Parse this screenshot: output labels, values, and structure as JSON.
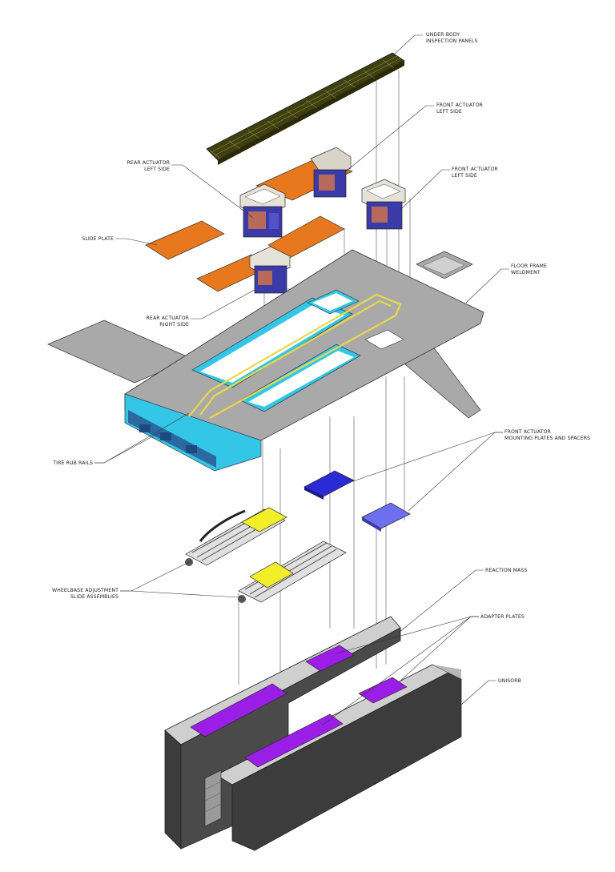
{
  "labels": {
    "under_body_inspection_panels": [
      "UNDER BODY",
      "INSPECTION PANELS"
    ],
    "front_actuator_left_top": [
      "FRONT ACTUATOR",
      "LEFT SIDE"
    ],
    "front_actuator_left_side": [
      "FRONT ACTUATOR",
      "LEFT SIDE"
    ],
    "rear_actuator_left_side": [
      "REAR ACTUATOR",
      "LEFT SIDE"
    ],
    "slide_plate": [
      "SLIDE PLATE"
    ],
    "floor_frame_weldment": [
      "FLOOR FRAME",
      "WELDMENT"
    ],
    "rear_actuator_right_side": [
      "REAR ACTUATOR",
      "RIGHT SIDE"
    ],
    "tire_rub_rails": [
      "TIRE RUB RAILS"
    ],
    "front_actuator_mounting_plates": [
      "FRONT ACTUATOR",
      "MOUNTING PLATES AND SPACERS"
    ],
    "wheelbase_adjustment": [
      "WHEELBASE ADJUSTMENT",
      "SLIDE ASSEMBLIES"
    ],
    "reaction_mass": [
      "REACTION MASS"
    ],
    "adapter_plates": [
      "ADAPTER PLATES"
    ],
    "unisorb": [
      "UNISORB"
    ]
  },
  "colors": {
    "inspection_panel": "#4a4a1a",
    "inspection_slat": "#8a8a3a",
    "slide_plate": "#e8781e",
    "actuator_body": "#3a3aa8",
    "floor_frame": "#a9a9a9",
    "floor_cyan": "#33c6e6",
    "rub_rail": "#e8d84a",
    "mount_plate_dark": "#2b2bd6",
    "mount_plate_light": "#6e6ef0",
    "slide_yellow": "#f2ee2a",
    "reaction_mass_dark": "#3c3c3c",
    "reaction_mass_top": "#cfcfcf",
    "adapter_plate": "#9a1ee6"
  }
}
